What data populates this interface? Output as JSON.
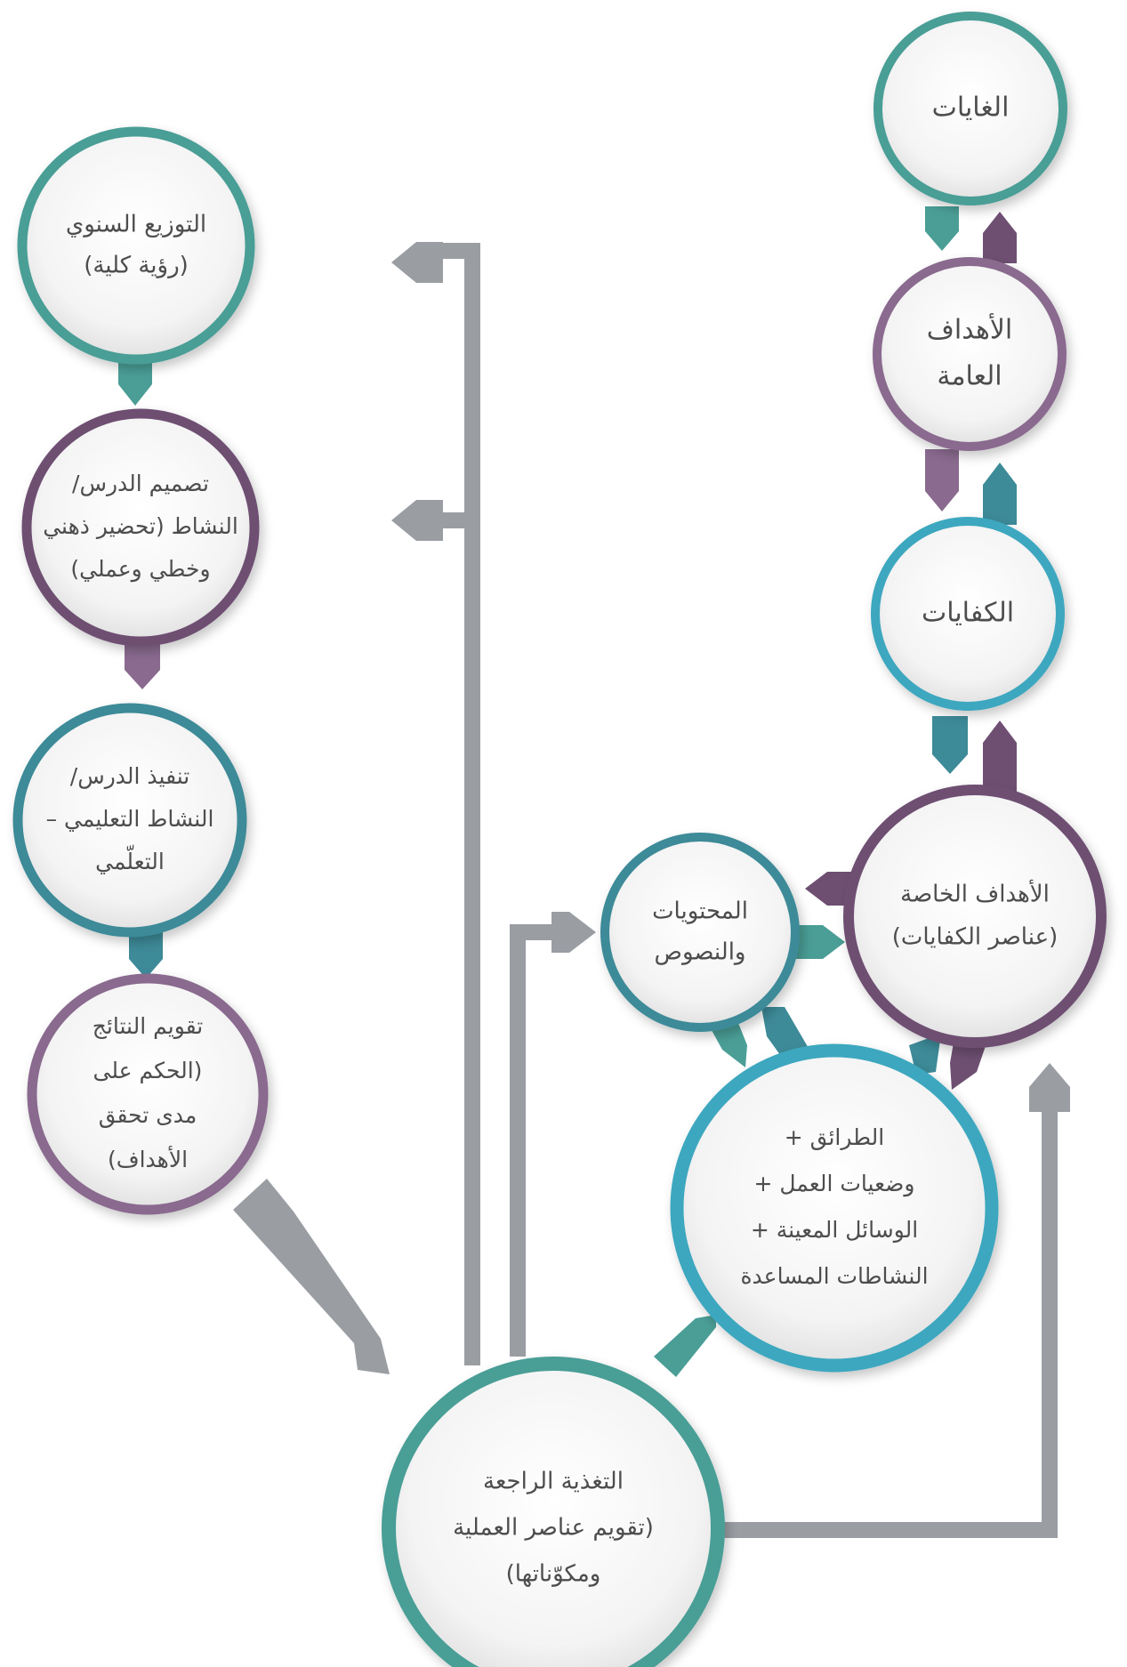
{
  "nodes": {
    "goals": {
      "lines": [
        "الغايات"
      ]
    },
    "general_objectives": {
      "lines": [
        "الأهداف",
        "العامة"
      ]
    },
    "competencies": {
      "lines": [
        "الكفايات"
      ]
    },
    "specific_objectives": {
      "lines": [
        "الأهداف الخاصة",
        "(عناصر الكفايات)"
      ]
    },
    "contents": {
      "lines": [
        "المحتويات",
        "والنصوص"
      ]
    },
    "methods": {
      "lines": [
        "الطرائق +",
        "وضعيات العمل +",
        "الوسائل المعينة +",
        "النشاطات المساعدة"
      ]
    },
    "feedback": {
      "lines": [
        "التغذية الراجعة",
        "(تقويم عناصر العملية",
        "ومكوّناتها)"
      ]
    },
    "annual_distribution": {
      "lines": [
        "التوزيع السنوي",
        "(رؤية كلية)"
      ]
    },
    "lesson_design": {
      "lines": [
        "تصميم الدرس/",
        "النشاط (تحضير ذهني",
        "وخطي وعملي)"
      ]
    },
    "lesson_execution": {
      "lines": [
        "تنفيذ الدرس/",
        "النشاط التعليمي –",
        "التعلّمي"
      ]
    },
    "results_evaluation": {
      "lines": [
        "تقويم النتائج",
        "(الحكم على",
        "مدى تحقق",
        "الأهداف)"
      ]
    }
  },
  "colors": {
    "teal": "#4a9e96",
    "purple": "#8a6a8f",
    "dark_purple": "#6e4f72",
    "blue": "#3ea7bf",
    "dark_teal": "#3d8a98",
    "gray": "#9a9ea3",
    "text": "#4d4d4d"
  }
}
